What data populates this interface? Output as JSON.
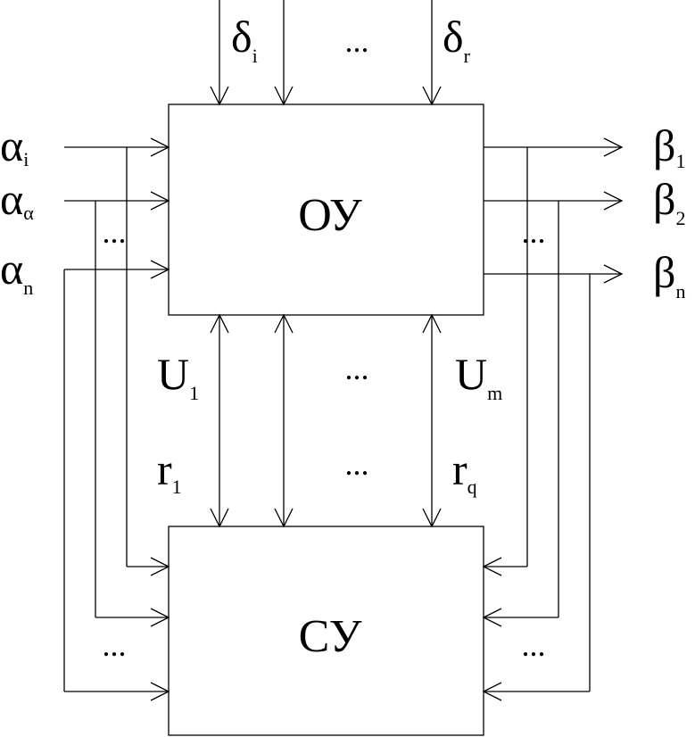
{
  "blocks": {
    "operational": "ОУ",
    "control": "СУ"
  },
  "inputs": {
    "alpha1": {
      "symbol": "α",
      "sub": "i"
    },
    "alpha2": {
      "symbol": "α",
      "sub": "α"
    },
    "alphan": {
      "symbol": "α",
      "sub": "n"
    }
  },
  "outputs": {
    "beta1": {
      "symbol": "β",
      "sub": "1"
    },
    "beta2": {
      "symbol": "β",
      "sub": "2"
    },
    "betan": {
      "symbol": "β",
      "sub": "n"
    }
  },
  "top_inputs": {
    "delta_first": {
      "symbol": "δ",
      "sub": "i"
    },
    "delta_last": {
      "symbol": "δ",
      "sub": "r"
    }
  },
  "control_signals": {
    "u_first": {
      "symbol": "U",
      "sub": "1"
    },
    "u_last": {
      "symbol": "U",
      "sub": "m"
    }
  },
  "status_signals": {
    "r_first": {
      "symbol": "r",
      "sub": "1"
    },
    "r_last": {
      "symbol": "r",
      "sub": "q"
    }
  },
  "ellipsis": "..."
}
